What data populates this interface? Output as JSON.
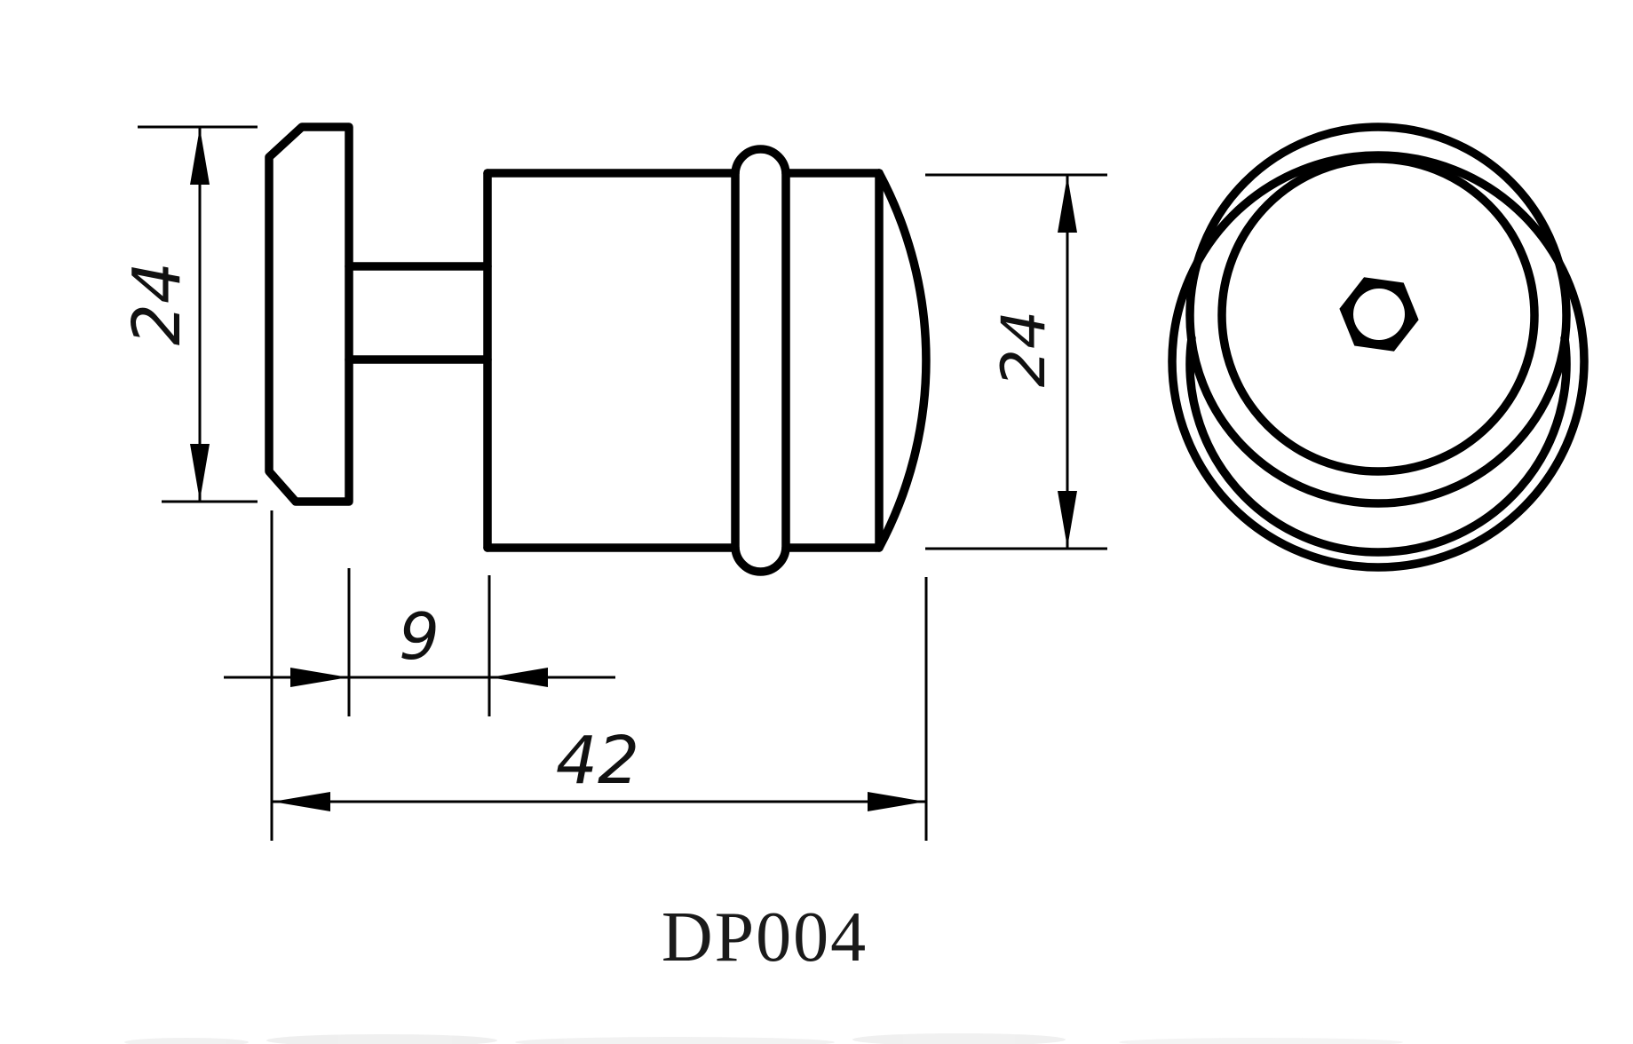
{
  "part": {
    "number": "DP004"
  },
  "colors": {
    "line": "#000000",
    "background": "#ffffff",
    "text": "#111111"
  },
  "dimensions": {
    "flange_diameter": "24",
    "stem_length": "9",
    "overall_length": "42",
    "body_diameter": "24"
  }
}
